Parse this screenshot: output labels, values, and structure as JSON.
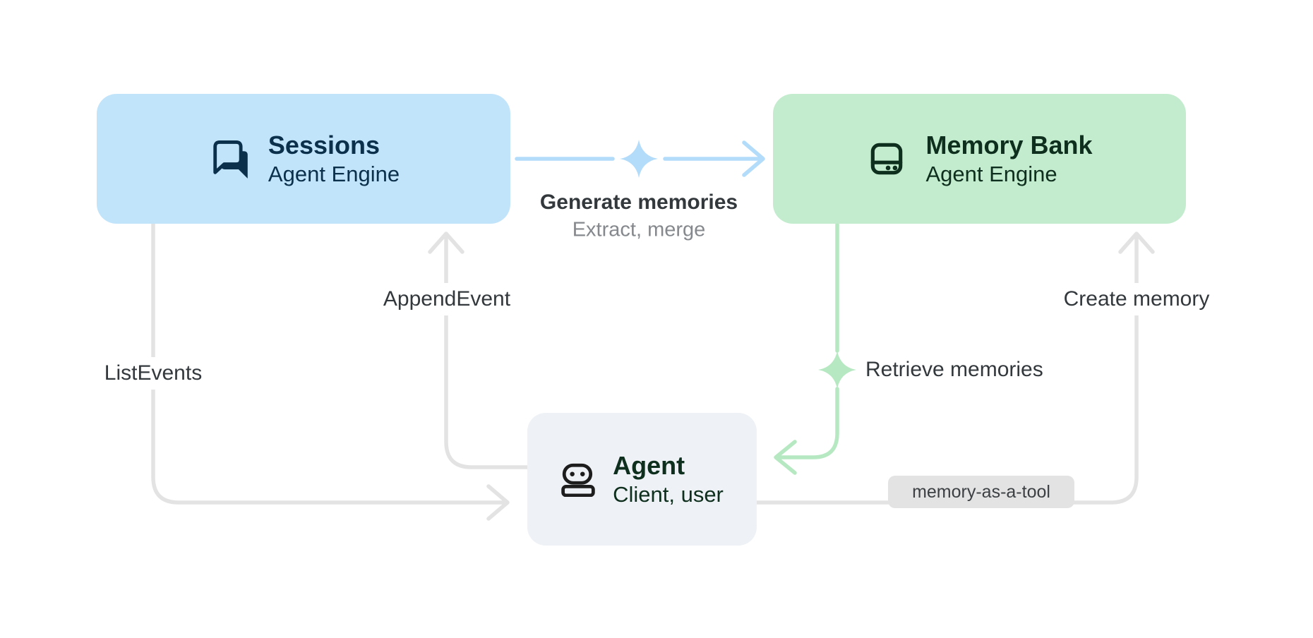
{
  "diagram": {
    "nodes": {
      "sessions": {
        "title": "Sessions",
        "subtitle": "Agent Engine",
        "icon": "forum-icon"
      },
      "memory_bank": {
        "title": "Memory Bank",
        "subtitle": "Agent Engine",
        "icon": "storage-icon"
      },
      "agent": {
        "title": "Agent",
        "subtitle": "Client, user",
        "icon": "robot-icon"
      }
    },
    "edges": {
      "generate": {
        "label": "Generate memories",
        "sublabel": "Extract, merge",
        "from": "sessions",
        "to": "memory_bank",
        "color": "#b3dcfa"
      },
      "retrieve": {
        "label": "Retrieve memories",
        "from": "memory_bank",
        "to": "agent",
        "color": "#b6e9c2"
      },
      "append_event": {
        "label": "AppendEvent",
        "from": "agent",
        "to": "sessions",
        "color": "#e3e3e3"
      },
      "list_events": {
        "label": "ListEvents",
        "from": "sessions",
        "to": "agent",
        "color": "#e3e3e3"
      },
      "create_memory": {
        "label": "Create memory",
        "badge": "memory-as-a-tool",
        "from": "agent",
        "to": "memory_bank",
        "color": "#e3e3e3"
      }
    },
    "colors": {
      "background": "#ffffff",
      "sessions_fill": "#c2e4fa",
      "sessions_text": "#0a304b",
      "memory_fill": "#c3ecce",
      "memory_text": "#0e2f1d",
      "agent_fill": "#eef1f5",
      "agent_text": "#0e2f1d",
      "agent_icon": "#1d1d1d",
      "blue_arrow": "#b3dcfa",
      "green_arrow": "#b6e9c2",
      "gray_arrow": "#e3e3e3",
      "label_dark": "#33383c",
      "label_gray": "#85898d",
      "badge_fill": "#e3e3e3",
      "badge_text": "#3c4043"
    }
  }
}
